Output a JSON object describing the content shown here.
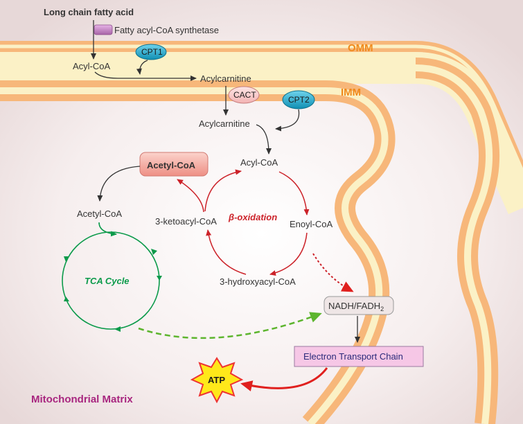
{
  "labels": {
    "fatty_acid": "Long chain fatty acid",
    "synthetase": "Fatty acyl-CoA synthetase",
    "acyl_coa_top": "Acyl-CoA",
    "acylcarnitine_omm": "Acylcarnitine",
    "acylcarnitine_imm": "Acylcarnitine",
    "acyl_coa_matrix": "Acyl-CoA",
    "enoyl_coa": "Enoyl-CoA",
    "hydroxyacyl_coa": "3-hydroxyacyl-CoA",
    "ketoacyl_coa": "3-ketoacyl-CoA",
    "beta_oxidation": "β-oxidation",
    "acetyl_coa_box": "Acetyl-CoA",
    "acetyl_coa": "Acetyl-CoA",
    "tca_cycle": "TCA Cycle",
    "nadh": "NADH/FADH",
    "nadh_sub": "2",
    "etc": "Electron Transport Chain",
    "atp": "ATP",
    "omm": "OMM",
    "imm": "IMM",
    "matrix": "Mitochondrial Matrix"
  },
  "enzymes": {
    "cpt1": "CPT1",
    "cact": "CACT",
    "cpt2": "CPT2"
  },
  "colors": {
    "background": "#f3eaea",
    "membrane": "#f7b77a",
    "membrane_inner": "#fbf1c6",
    "beta_cycle": "#cc2229",
    "tca_cycle": "#0b9a4a",
    "matrix_text": "#a8267f",
    "membrane_text": "#f08a1c",
    "cpt_fill": "#1aa3c4",
    "cact_fill": "#f7c9c9",
    "etc_fill": "#f6c7e6",
    "acetyl_box_fill": "#f4a9a0",
    "atp_fill": "#ffe81a"
  }
}
